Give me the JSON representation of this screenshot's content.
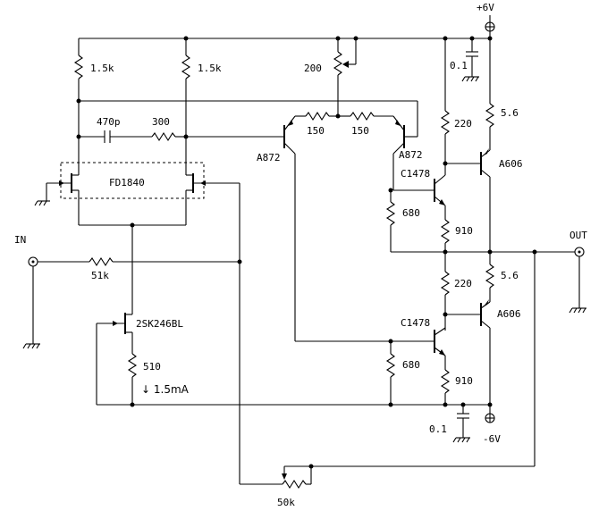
{
  "labels": {
    "vplus": "+6V",
    "vminus": "-6V",
    "out": "OUT",
    "in": "IN",
    "r_left_top": "1.5k",
    "r_mid_top": "1.5k",
    "r_pot_top": "200",
    "c_470p": "470p",
    "r_300": "300",
    "r_150_left": "150",
    "r_150_right": "150",
    "q_a872_left": "A872",
    "q_a872_right": "A872",
    "fd1840": "FD1840",
    "r_51k": "51k",
    "q_2sk246": "2SK246BL",
    "r_510": "510",
    "current": "↓ 1.5mA",
    "c_01_top": "0.1",
    "r_220_top": "220",
    "r_56_top": "5.6",
    "q_c1478_top": "C1478",
    "q_a606_top": "A606",
    "r_680_top": "680",
    "r_910_top": "910",
    "r_220_bot": "220",
    "r_56_bot": "5.6",
    "q_c1478_bot": "C1478",
    "q_a606_bot": "A606",
    "r_680_bot": "680",
    "r_910_bot": "910",
    "c_01_bot": "0.1",
    "pot_50k": "50k"
  }
}
